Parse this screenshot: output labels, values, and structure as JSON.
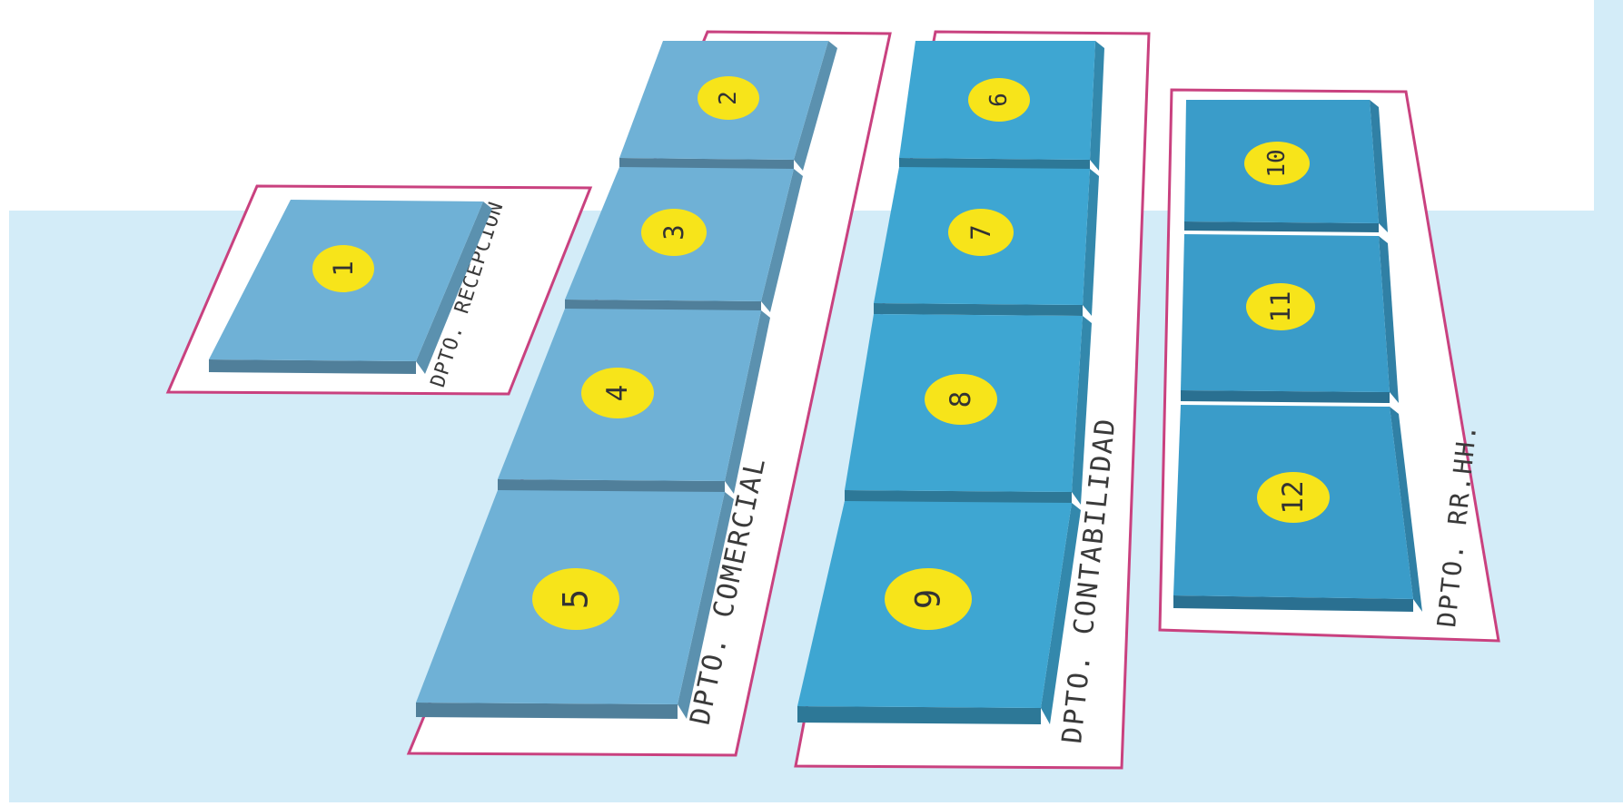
{
  "departments": [
    {
      "label": "DPTO. RECEPCIÓN",
      "desks": [
        "1"
      ]
    },
    {
      "label": "DPTO. COMERCIAL",
      "desks": [
        "2",
        "3",
        "4",
        "5"
      ]
    },
    {
      "label": "DPTO. CONTABILIDAD",
      "desks": [
        "6",
        "7",
        "8",
        "9"
      ]
    },
    {
      "label": "DPTO. RR.HH.",
      "desks": [
        "10",
        "11",
        "12"
      ]
    }
  ],
  "colors": {
    "background_light": "#d3ecf8",
    "background_white": "#ffffff",
    "border_pink": "#c9417f",
    "desk_light": "#6fb1d6",
    "desk_mid": "#3ea6d2",
    "desk_dark": "#3a9cc9",
    "badge_yellow": "#f7e41a"
  }
}
